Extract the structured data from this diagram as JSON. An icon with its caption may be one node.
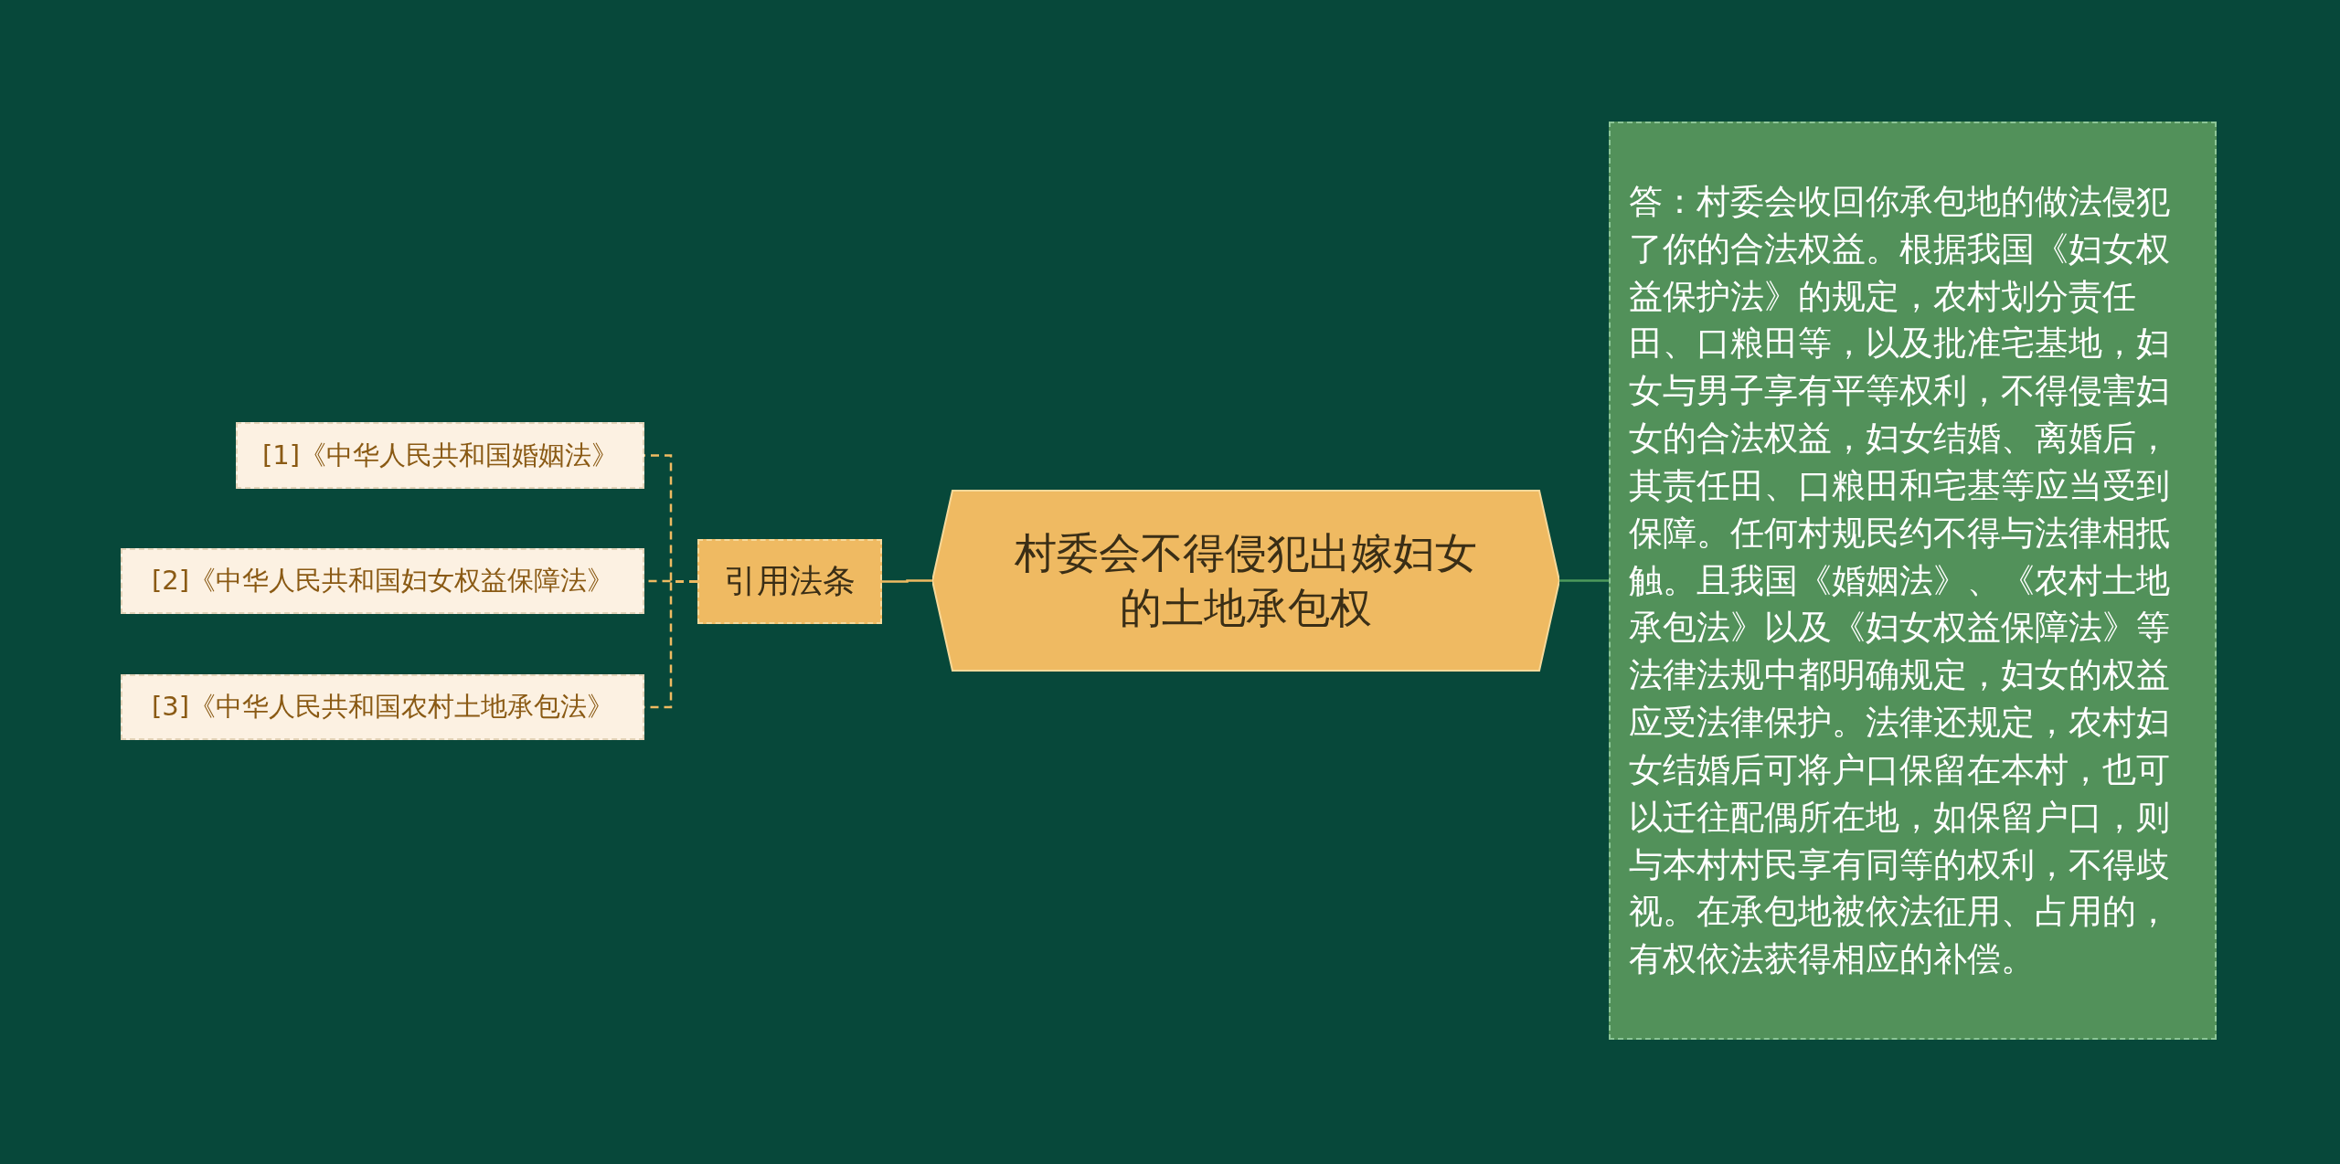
{
  "diagram": {
    "nodes": [
      {
        "text": [
          "村委会不得侵犯出嫁妇女的土地承包权"
        ]
      },
      {
        "text": [
          "引用法条"
        ]
      },
      {
        "text": [
          "[1]《中华人民共和国婚姻法》"
        ]
      },
      {
        "text": [
          "[2]《中华人民共和国妇女权益保障法》"
        ]
      },
      {
        "text": [
          "[3]《中华人民共和国农村土地承包法》"
        ]
      },
      {
        "text": [
          "答：村委会收回你承包地的做法侵犯了你的合法权益。根据我国《妇女权益保护法》的规定，农村划分责任田、口粮田等，以及批准宅基地，妇女与男子享有平等权利，不得侵害妇女的合法权益，妇女结婚、离婚后，其责任田、口粮田和宅基等应当受到保障。任何村规民约不得与法律相抵触。且我国《婚姻法》、《农村土地承包法》以及《妇女权益保障法》等法律法规中都明确规定，妇女的权益应受法律保护。法律还规定，农村妇女结婚后可将户口保留在本村，也可以迁往配偶所在地，如保留户口，则与本村村民享有同等的权利，不得歧视。在承包地被依法征用、占用的，有权依法获得相应的补偿。"
        ]
      }
    ],
    "edges": [
      {
        "from": 0,
        "to": 1,
        "arrow": "none"
      },
      {
        "from": 1,
        "to": 2,
        "arrow": "none",
        "style": "dashed"
      },
      {
        "from": 1,
        "to": 3,
        "arrow": "none",
        "style": "dashed"
      },
      {
        "from": 1,
        "to": 4,
        "arrow": "none",
        "style": "dashed"
      },
      {
        "from": 0,
        "to": 5,
        "arrow": "none",
        "color": "#4e9a5c"
      }
    ]
  }
}
